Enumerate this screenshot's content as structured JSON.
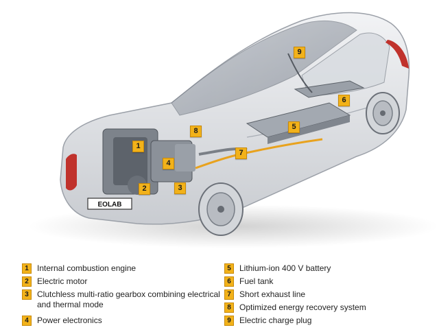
{
  "badge_text": "EOLAB",
  "callouts": [
    "1",
    "2",
    "3",
    "4",
    "5",
    "6",
    "7",
    "8",
    "9"
  ],
  "legend": [
    {
      "num": "1",
      "label": "Internal combustion engine"
    },
    {
      "num": "2",
      "label": "Electric motor"
    },
    {
      "num": "3",
      "label": "Clutchless multi-ratio gearbox combining electrical and thermal mode"
    },
    {
      "num": "4",
      "label": "Power electronics"
    },
    {
      "num": "5",
      "label": "Lithium-ion 400 V battery"
    },
    {
      "num": "6",
      "label": "Fuel tank"
    },
    {
      "num": "7",
      "label": "Short exhaust line"
    },
    {
      "num": "8",
      "label": "Optimized energy recovery system"
    },
    {
      "num": "9",
      "label": "Electric charge plug"
    }
  ],
  "colors": {
    "callout": "#f2b21a",
    "taillight": "#c0322c",
    "cable": "#e8a21e"
  }
}
